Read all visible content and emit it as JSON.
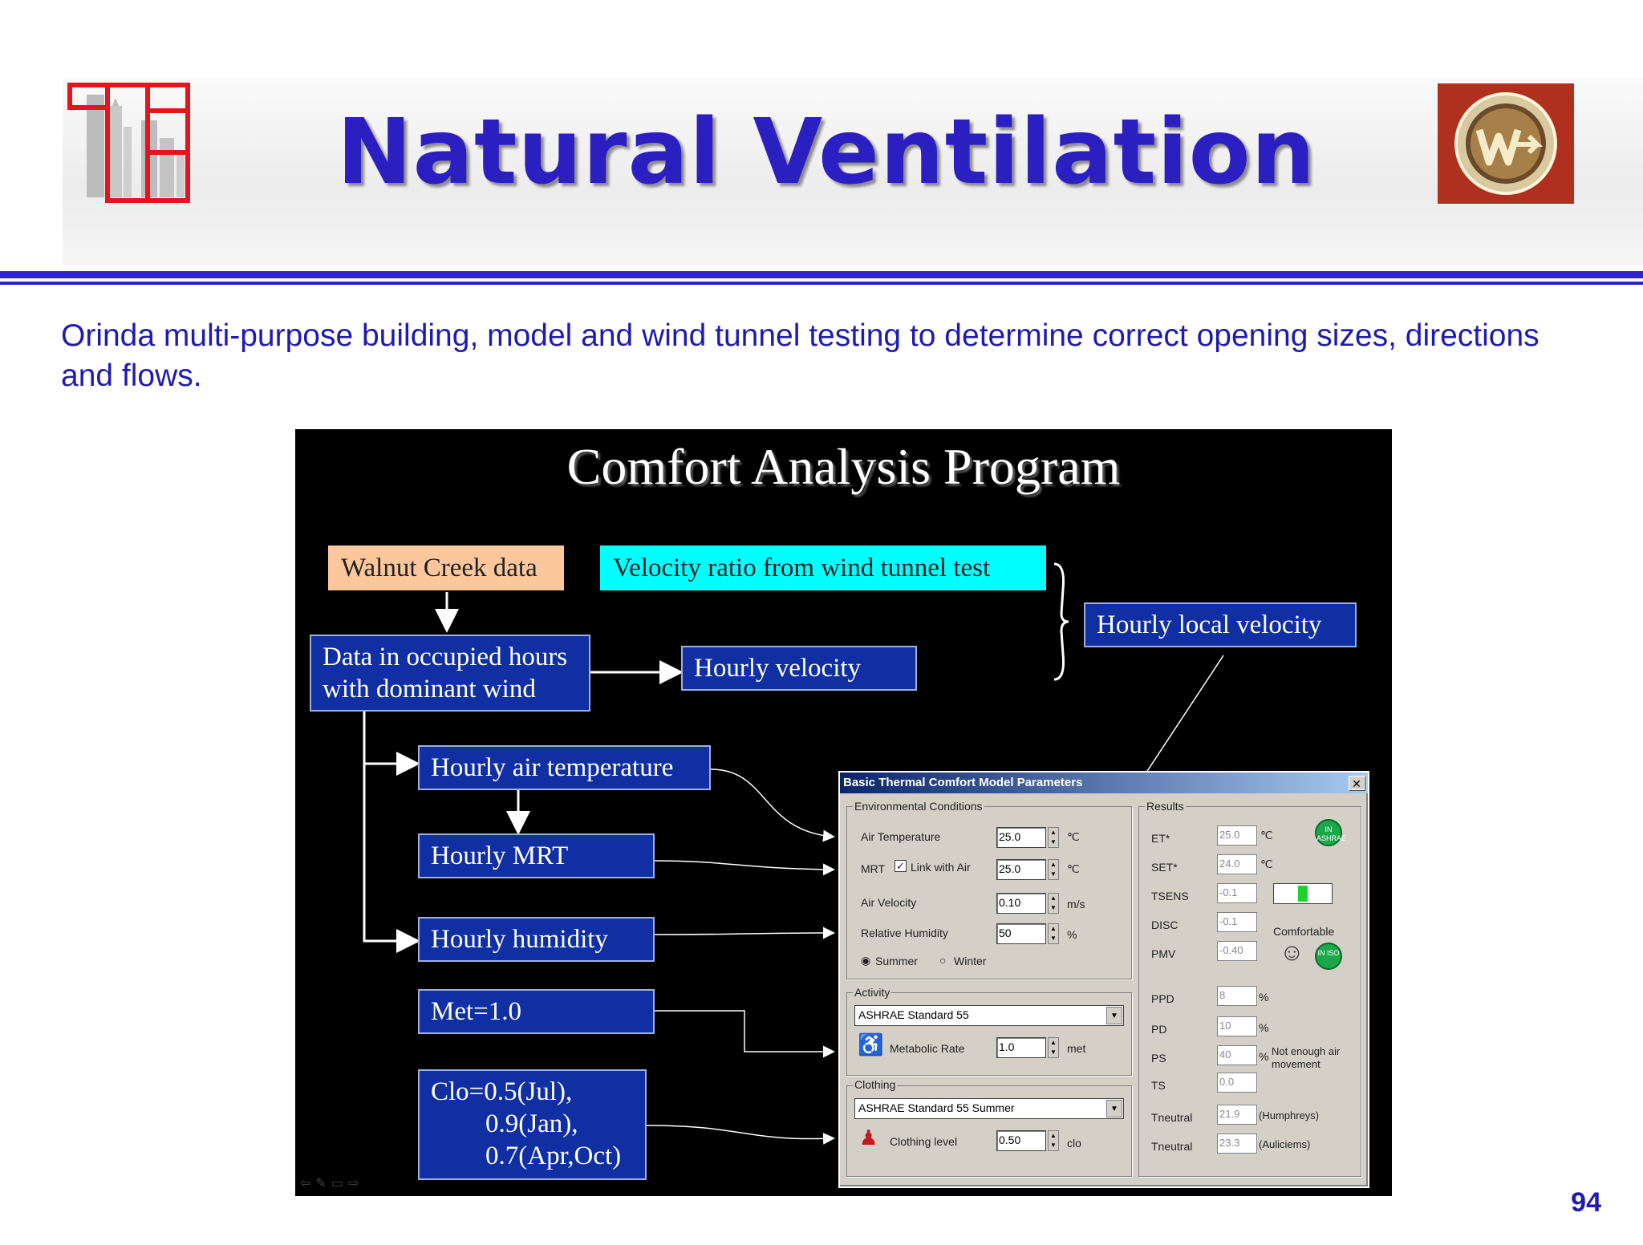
{
  "slide": {
    "title": "Natural Ventilation",
    "subtitle": "Orinda multi-purpose building, model and wind tunnel testing to determine correct opening sizes, directions and flows.",
    "page_number": "94"
  },
  "colors": {
    "title": "#2b1fc1",
    "rule": "#2f23c8",
    "box_fill": "#0f2fa3",
    "source_orange": "#fcc89b",
    "source_cyan": "#00ffff"
  },
  "figure": {
    "title": "Comfort Analysis Program",
    "boxes": {
      "walnut": "Walnut Creek data",
      "velocity_ratio": "Velocity ratio from wind tunnel test",
      "occupied_line1": "Data in occupied hours",
      "occupied_line2": "with dominant wind",
      "hourly_velocity": "Hourly velocity",
      "hourly_local_velocity": "Hourly local velocity",
      "hourly_air_temp": "Hourly air temperature",
      "hourly_mrt": "Hourly MRT",
      "hourly_humidity": "Hourly humidity",
      "met": "Met=1.0",
      "clo_line1": "Clo=0.5(Jul),",
      "clo_line2": "0.9(Jan),",
      "clo_line3": "0.7(Apr,Oct)"
    },
    "dialog": {
      "title": "Basic Thermal Comfort Model Parameters",
      "close_icon": "close-icon",
      "env_group": "Environmental Conditions",
      "air_temp_label": "Air Temperature",
      "air_temp_value": "25.0",
      "mrt_label": "MRT",
      "link_with_air": "Link with Air",
      "mrt_value": "25.0",
      "air_velocity_label": "Air Velocity",
      "air_velocity_value": "0.10",
      "air_velocity_unit": "m/s",
      "rh_label": "Relative Humidity",
      "rh_value": "50",
      "rh_unit": "%",
      "summer": "Summer",
      "winter": "Winter",
      "activity_group": "Activity",
      "activity_select": "ASHRAE Standard 55",
      "metabolic_label": "Metabolic Rate",
      "metabolic_value": "1.0",
      "metabolic_unit": "met",
      "clothing_group": "Clothing",
      "clothing_select": "ASHRAE Standard 55 Summer",
      "clothing_label": "Clothing level",
      "clothing_value": "0.50",
      "clothing_unit": "clo",
      "results_group": "Results",
      "results": [
        {
          "label": "ET*",
          "value": "25.0",
          "unit": ""
        },
        {
          "label": "SET*",
          "value": "24.0",
          "unit": ""
        },
        {
          "label": "TSENS",
          "value": "-0.1",
          "unit": ""
        },
        {
          "label": "DISC",
          "value": "-0.1",
          "unit": ""
        },
        {
          "label": "PMV",
          "value": "-0.40",
          "unit": ""
        },
        {
          "label": "PPD",
          "value": "8",
          "unit": "%"
        },
        {
          "label": "PD",
          "value": "10",
          "unit": "%"
        },
        {
          "label": "PS",
          "value": "40",
          "unit": "%"
        },
        {
          "label": "TS",
          "value": "0.0",
          "unit": ""
        },
        {
          "label": "Tneutral",
          "value": "21.9",
          "unit": "(Humphreys)"
        },
        {
          "label": "Tneutral",
          "value": "23.3",
          "unit": "(Auliciems)"
        }
      ],
      "comfortable": "Comfortable",
      "not_enough_line1": "Not enough air",
      "not_enough_line2": "movement",
      "badge_ashrae": "IN ASHRAE",
      "badge_iso": "IN ISO"
    }
  }
}
